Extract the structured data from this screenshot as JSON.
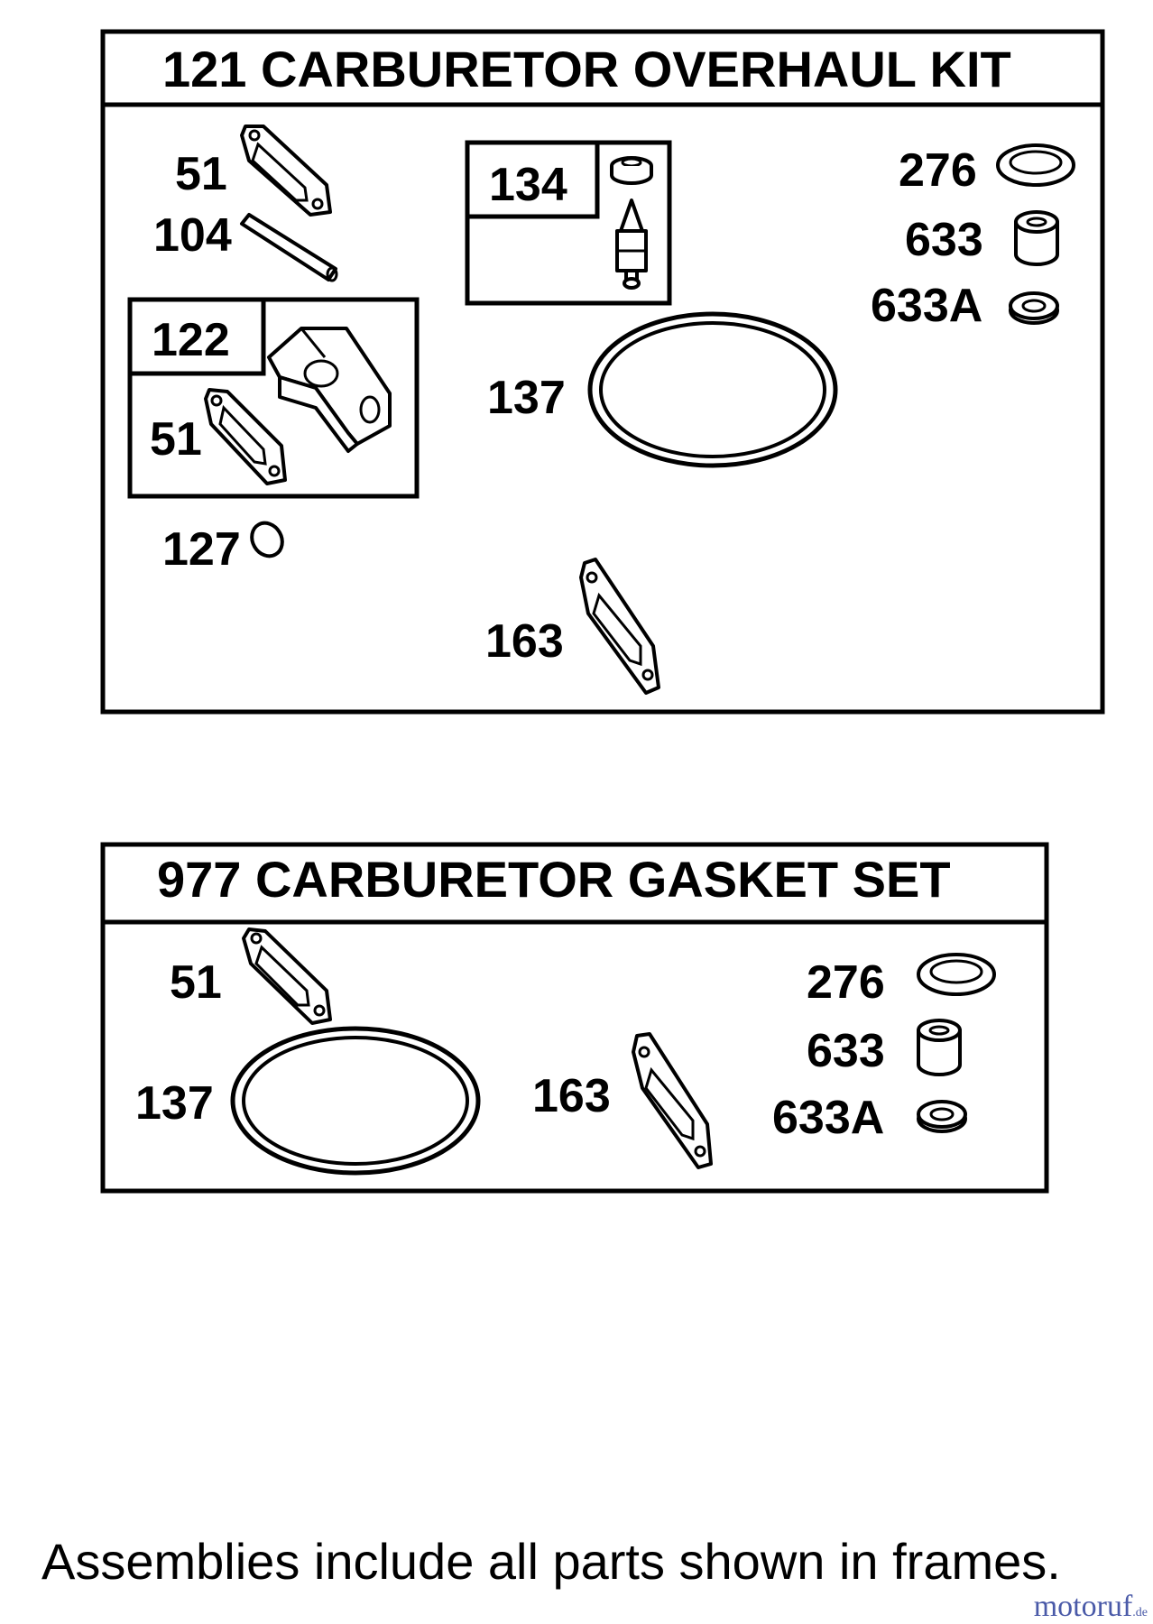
{
  "overhaul_kit": {
    "title": "121 CARBURETOR OVERHAUL KIT",
    "labels": {
      "p51": "51",
      "p104": "104",
      "p134": "134",
      "p276": "276",
      "p633": "633",
      "p633a": "633A",
      "p122": "122",
      "p51b": "51",
      "p137": "137",
      "p127": "127",
      "p163": "163"
    }
  },
  "gasket_set": {
    "title": "977 CARBURETOR  GASKET SET",
    "labels": {
      "p51": "51",
      "p276": "276",
      "p633": "633",
      "p137": "137",
      "p163": "163",
      "p633a": "633A"
    }
  },
  "footer": "Assemblies include all parts shown in frames.",
  "watermark": {
    "name": "motoruf",
    "suffix": ".de",
    "color": "#4a5aa8"
  }
}
